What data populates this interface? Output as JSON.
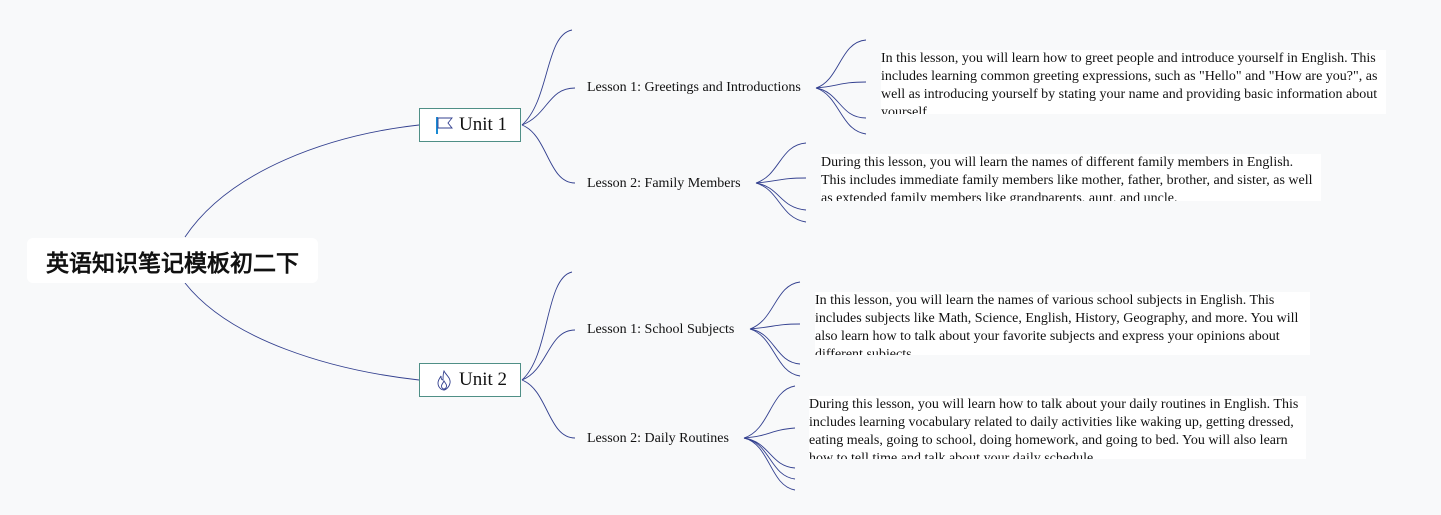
{
  "root": {
    "title": "英语知识笔记模板初二下"
  },
  "units": [
    {
      "label": "Unit 1",
      "icon": "flag-icon",
      "icon_color": "#1a8ad3",
      "lessons": [
        {
          "title": "Lesson 1: Greetings and Introductions",
          "description": "In this lesson, you will learn how to greet people and introduce yourself in English. This includes learning common greeting expressions, such as \"Hello\" and \"How are you?\", as well as introducing yourself by stating your name and providing basic information about yourself."
        },
        {
          "title": "Lesson 2: Family Members",
          "description": "During this lesson, you will learn the names of different family members in English. This includes immediate family members like mother, father, brother, and sister, as well as extended family members like grandparents, aunt, and uncle."
        }
      ]
    },
    {
      "label": "Unit 2",
      "icon": "fire-icon",
      "icon_color": "#e8431f",
      "lessons": [
        {
          "title": "Lesson 1: School Subjects",
          "description": "In this lesson, you will learn the names of various school subjects in English. This includes subjects like Math, Science, English, History, Geography, and more. You will also learn how to talk about your favorite subjects and express your opinions about different subjects."
        },
        {
          "title": "Lesson 2: Daily Routines",
          "description": "During this lesson, you will learn how to talk about your daily routines in English. This includes learning vocabulary related to daily activities like waking up, getting dressed, eating meals, going to school, doing homework, and going to bed. You will also learn how to tell time and talk about your daily schedule."
        }
      ]
    }
  ]
}
